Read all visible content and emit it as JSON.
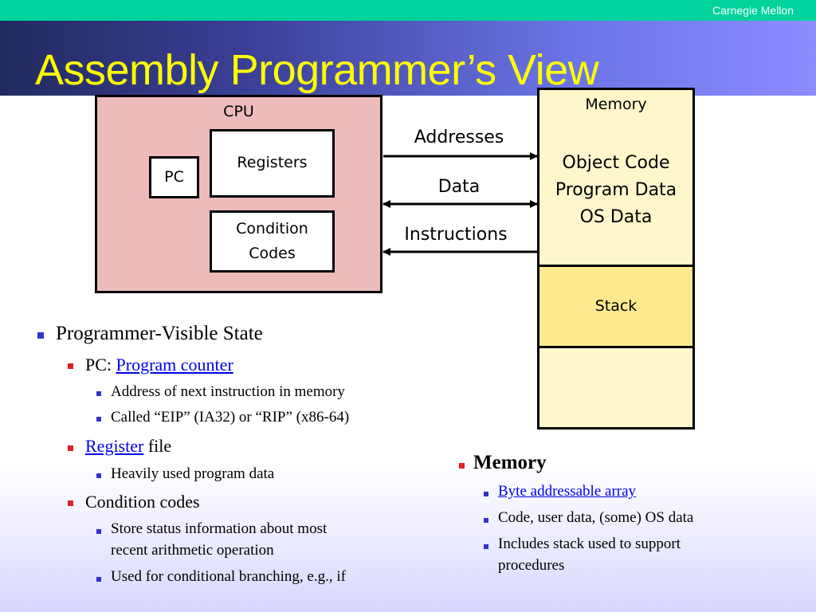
{
  "header": {
    "organization": "Carnegie Mellon",
    "title": "Assembly Programmer’s View"
  },
  "diagram": {
    "cpu": {
      "label": "CPU",
      "pc_label": "PC",
      "registers_label": "Registers",
      "condition_codes_line1": "Condition",
      "condition_codes_line2": "Codes"
    },
    "buses": {
      "addresses": "Addresses",
      "data": "Data",
      "instructions": "Instructions"
    },
    "memory": {
      "label": "Memory",
      "contents": [
        "Object Code",
        "Program Data",
        "OS Data"
      ],
      "stack_label": "Stack"
    }
  },
  "bullets_left": {
    "heading": "Programmer-Visible State",
    "pc_prefix": "PC: ",
    "pc_link": "Program counter",
    "pc_sub1": "Address of next instruction in memory",
    "pc_sub2": "Called “EIP” (IA32) or “RIP” (x86-64)",
    "register_link": "Register",
    "register_suffix": " file",
    "register_sub1": "Heavily used program data",
    "cc_heading": "Condition codes",
    "cc_sub1_line1": "Store status information about most",
    "cc_sub1_line2": "recent arithmetic operation",
    "cc_sub2": "Used for conditional branching, e.g., if"
  },
  "bullets_right": {
    "heading": "Memory",
    "sub1_link": "Byte addressable array",
    "sub2": "Code, user data, (some) OS data",
    "sub3_line1": "Includes stack used to support",
    "sub3_line2": "procedures"
  },
  "colors": {
    "title_text": "#ffff00",
    "top_bar": "#00d49c",
    "cpu_fill": "#eebbbb",
    "memory_fill": "#fff6cc",
    "stack_fill": "#ffe98f",
    "link": "#0000ee"
  }
}
